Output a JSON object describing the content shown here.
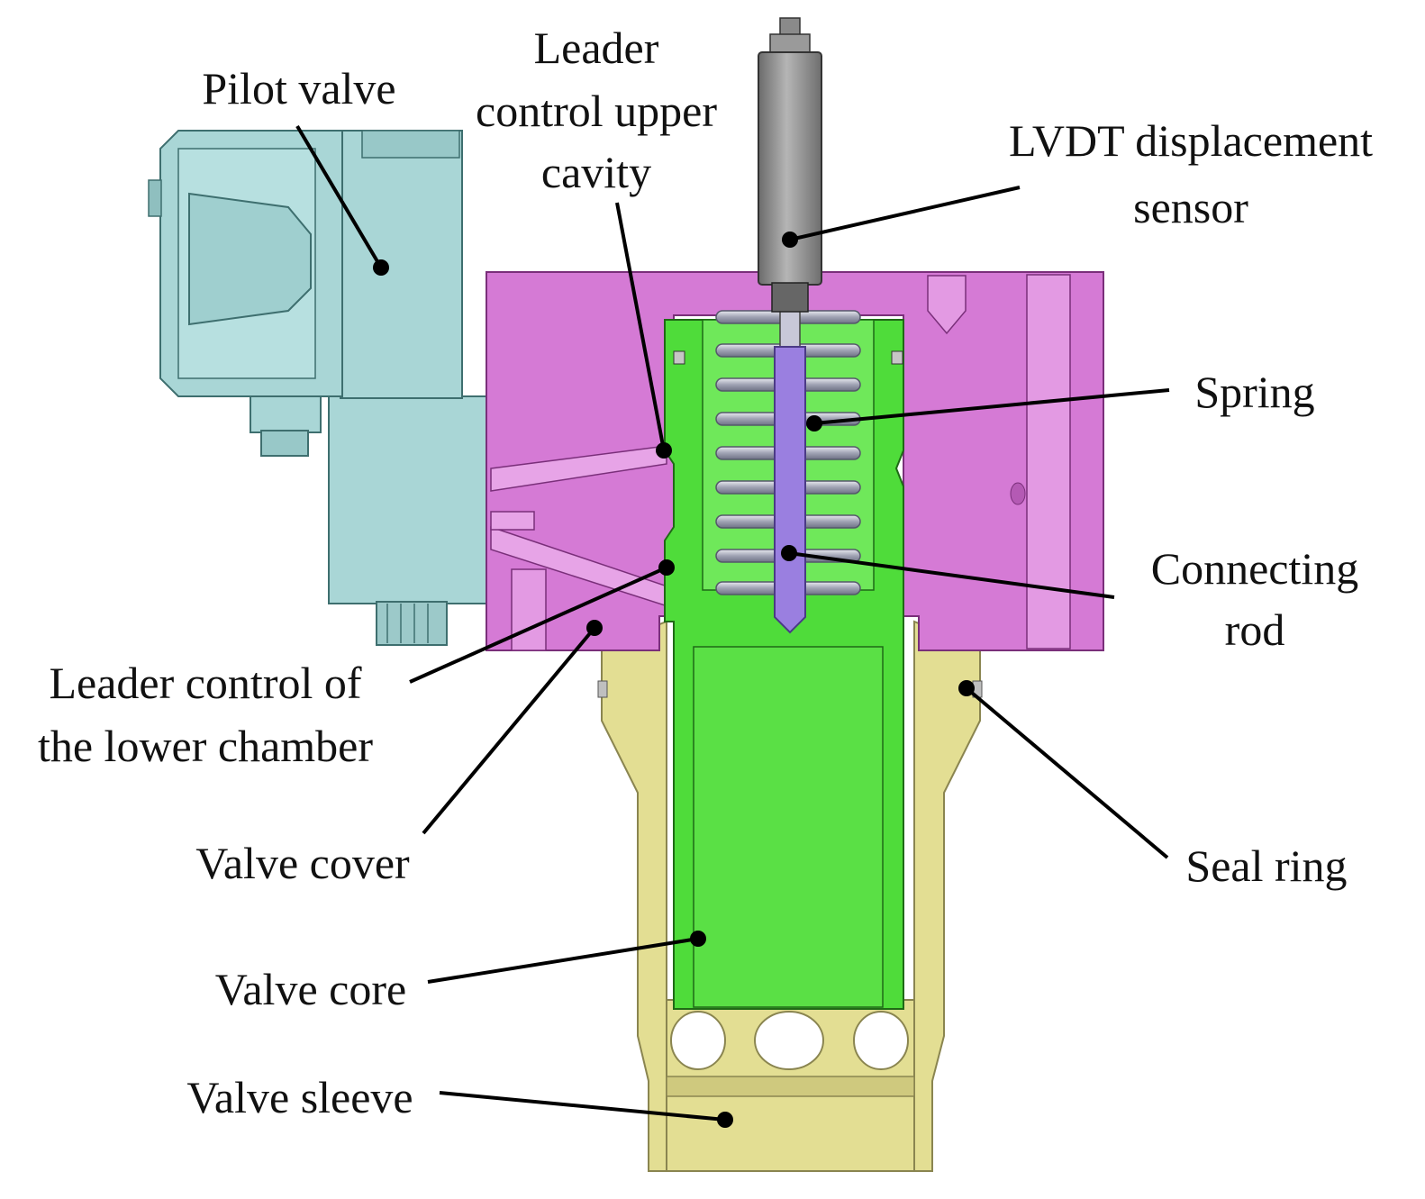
{
  "labels": {
    "pilot_valve": "Pilot valve",
    "leader_upper_l1": "Leader",
    "leader_upper_l2": "control upper",
    "leader_upper_l3": "cavity",
    "lvdt_l1": "LVDT displacement",
    "lvdt_l2": "sensor",
    "spring": "Spring",
    "connecting_rod_l1": "Connecting",
    "connecting_rod_l2": "rod",
    "leader_lower_l1": "Leader control of",
    "leader_lower_l2": "the lower chamber",
    "valve_cover": "Valve cover",
    "seal_ring": "Seal ring",
    "valve_core": "Valve core",
    "valve_sleeve": "Valve sleeve"
  },
  "colors": {
    "valve_cover": "#d57ad5",
    "valve_core": "#4fdc3a",
    "valve_sleeve": "#e3de93",
    "pilot_valve": "#a9d6d6",
    "lvdt_sensor": "#8c8c8c",
    "connecting_rod": "#9a7fe0",
    "spring": "#b9bcc8",
    "leader_line": "#000000"
  }
}
